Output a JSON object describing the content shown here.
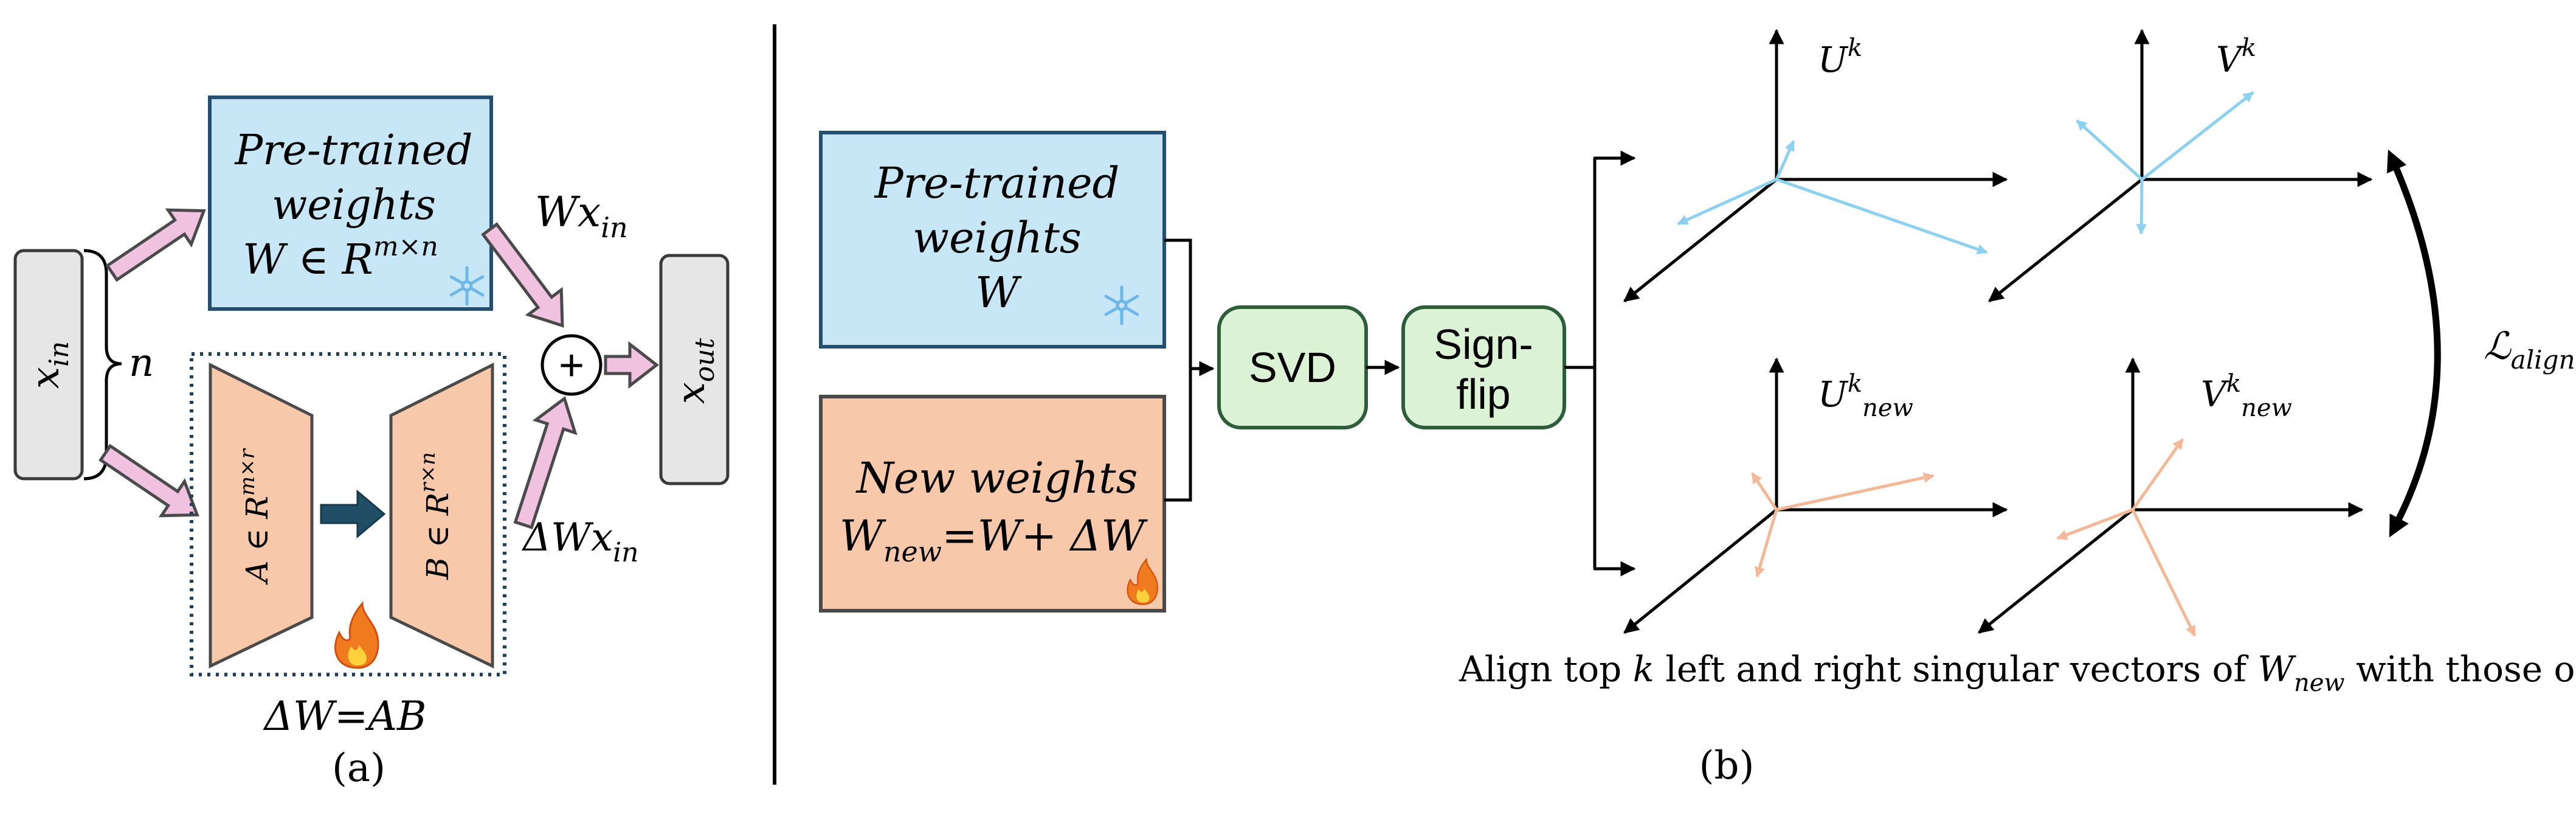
{
  "panel_a": {
    "input_box": {
      "base": "x",
      "sub": "in"
    },
    "n_label": "n",
    "pretrained_box": {
      "line1": "Pre-trained",
      "line2": "weights",
      "line3": "W ∈ R",
      "line3_sup": "m×n",
      "icon": "snowflake-icon"
    },
    "wx_label": {
      "base": "Wx",
      "sub": "in"
    },
    "dwx_label": {
      "base": "ΔWx",
      "sub": "in"
    },
    "plus_symbol": "+",
    "output_box": {
      "base": "x",
      "sub": "out"
    },
    "a_matrix": {
      "base": "A ∈ R",
      "sup": "m×r"
    },
    "b_matrix": {
      "base": "B ∈ R",
      "sup": "r×n"
    },
    "flame_icon": "fire-icon",
    "delta_label": "ΔW=AB",
    "caption": "(a)"
  },
  "panel_b": {
    "pretrained_box": {
      "line1": "Pre-trained",
      "line2": "weights",
      "line3": "W",
      "icon": "snowflake-icon"
    },
    "new_box": {
      "line1": "New weights",
      "line2_base": "W",
      "line2_sub": "new",
      "line2_rest": "=W+ ΔW",
      "icon": "fire-icon"
    },
    "svd_label": "SVD",
    "signflip_line1": "Sign-",
    "signflip_line2": "flip",
    "u_label": {
      "base": "U",
      "sup": "k"
    },
    "v_label": {
      "base": "V",
      "sup": "k"
    },
    "unew_label": {
      "base": "U",
      "sup": "k",
      "sub": "new"
    },
    "vnew_label": {
      "base": "V",
      "sup": "k",
      "sub": "new"
    },
    "loss_label": {
      "base": "ℒ",
      "sub": "align"
    },
    "caption_text": {
      "part1": "Align top ",
      "k": "k",
      "part2": " left and right singular vectors of ",
      "w": "W",
      "w_sub": "new",
      "part3": " with those of W"
    },
    "caption": "(b)"
  },
  "colors": {
    "blue_fill": "#c7e6f6",
    "box_stroke": "#254f6e",
    "orange_fill": "#f8c8aa",
    "green_fill": "#dcf2d4",
    "green_stroke": "#2e5d3a",
    "gray_fill": "#e6e6e6",
    "pink_arrow": "#f0c2e0",
    "dark_arrow": "#1f4e66",
    "blue_vec": "#8ed0ef",
    "orange_vec": "#f3b897"
  }
}
